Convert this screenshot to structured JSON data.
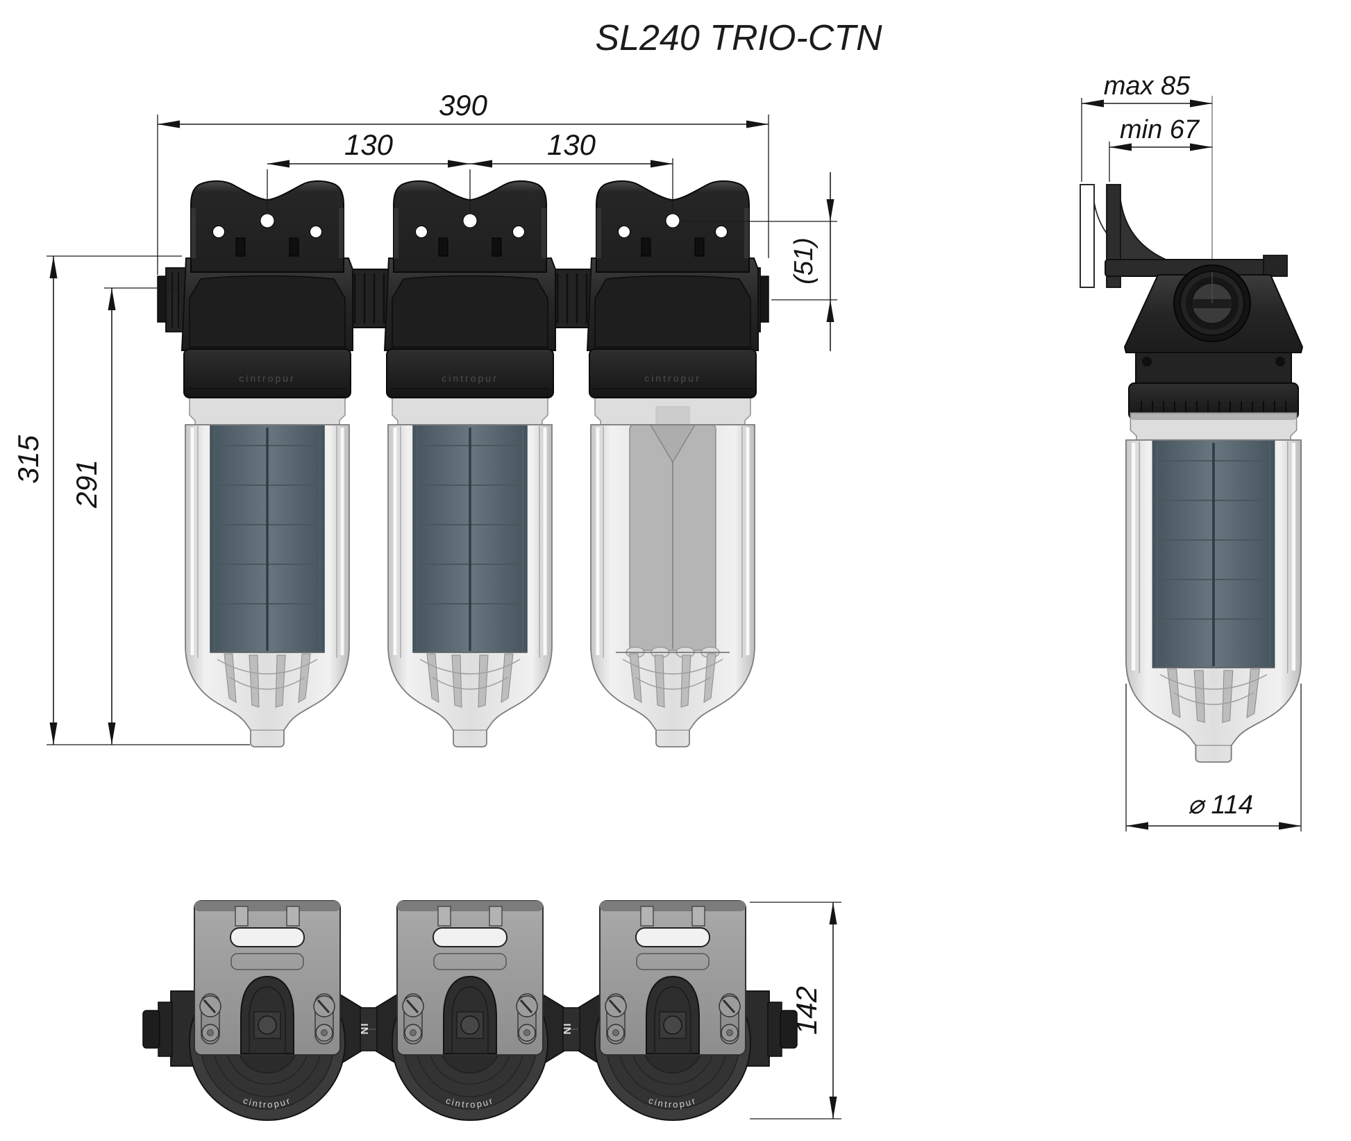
{
  "title": "SL240 TRIO-CTN",
  "brand": "cintropur",
  "front_view": {
    "dim_overall_width": "390",
    "dim_pitch_1": "130",
    "dim_pitch_2": "130",
    "dim_hole_offset": "(51)",
    "dim_total_height": "315",
    "dim_body_height": "291"
  },
  "side_view": {
    "dim_depth_max": "max 85",
    "dim_depth_min": "min 67",
    "dim_diameter": "⌀ 114"
  },
  "bottom_view": {
    "dim_depth": "142",
    "inlet_label": "IN"
  },
  "colors": {
    "line": "#1a1a1a",
    "housing_dark": "#262626",
    "cartridge_blue_grey": "#5d6b76",
    "bowl_transparent": "#dcdcdc",
    "plate_grey": "#9a9a9a"
  }
}
